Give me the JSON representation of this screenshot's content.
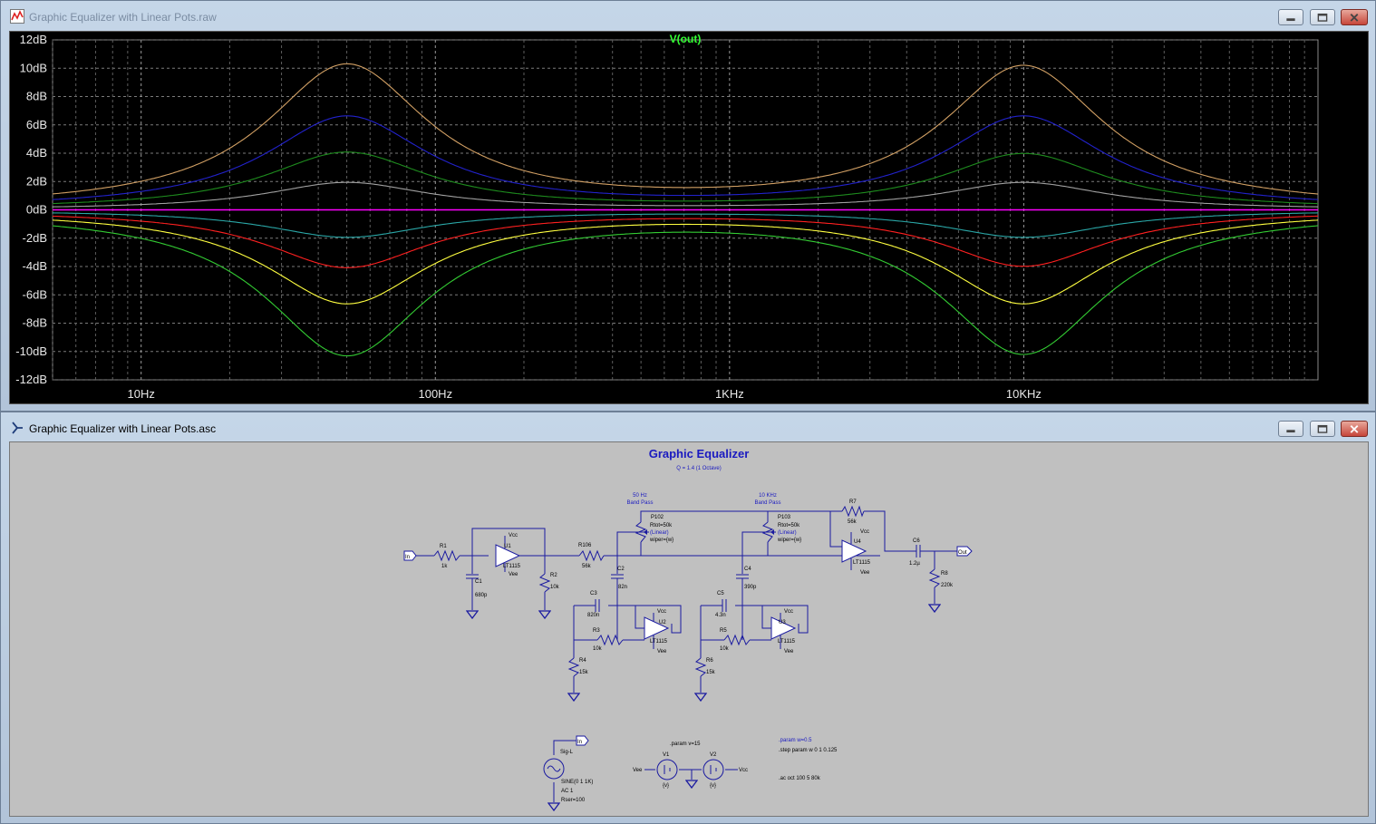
{
  "plot_window": {
    "title": "Graphic Equalizer with Linear Pots.raw",
    "trace_label": "V(out)"
  },
  "schematic_window": {
    "title": "Graphic Equalizer with Linear Pots.asc"
  },
  "chart_data": {
    "type": "line",
    "title": "V(out)",
    "xscale": "log",
    "xlim": [
      5,
      100000
    ],
    "ylim": [
      -12,
      12
    ],
    "grid": true,
    "y_ticks": [
      "12dB",
      "10dB",
      "8dB",
      "6dB",
      "4dB",
      "2dB",
      "0dB",
      "-2dB",
      "-4dB",
      "-6dB",
      "-8dB",
      "-10dB",
      "-12dB"
    ],
    "x_ticks": [
      "10Hz",
      "100Hz",
      "1KHz",
      "10KHz"
    ],
    "band_centers_hz": [
      50,
      10000
    ],
    "series": [
      {
        "color": "#d2a064",
        "gains_db": [
          10.1,
          10.0
        ]
      },
      {
        "color": "#2222cc",
        "gains_db": [
          6.5,
          6.5
        ]
      },
      {
        "color": "#1e8c1e",
        "gains_db": [
          4.0,
          3.9
        ]
      },
      {
        "color": "#a0a0a0",
        "gains_db": [
          1.9,
          1.9
        ]
      },
      {
        "color": "#ff00ff",
        "gains_db": [
          0.0,
          0.0
        ]
      },
      {
        "color": "#2aa6a6",
        "gains_db": [
          -1.9,
          -1.9
        ]
      },
      {
        "color": "#ff2020",
        "gains_db": [
          -4.0,
          -3.9
        ]
      },
      {
        "color": "#ffff40",
        "gains_db": [
          -6.5,
          -6.5
        ]
      },
      {
        "color": "#33cc33",
        "gains_db": [
          -10.1,
          -10.0
        ]
      }
    ]
  },
  "schematic": {
    "title": "Graphic Equalizer",
    "subtitle": "Q = 1.4 (1 Octave)",
    "band1": [
      "50 Hz",
      "Band Pass"
    ],
    "band2": [
      "10 KHz",
      "Band Pass"
    ],
    "ports": {
      "in": "In",
      "out": "Out"
    },
    "r1": [
      "R1",
      "1k"
    ],
    "c1": [
      "C1",
      "680p"
    ],
    "u1": [
      "U1",
      "LT1115",
      "Vcc",
      "Vee"
    ],
    "r2": [
      "R2",
      "10k"
    ],
    "r106": [
      "R106",
      "56k"
    ],
    "p102": [
      "P102",
      "Rtot=50k",
      "(Linear)",
      "wiper={w}"
    ],
    "p103": [
      "P103",
      "Rtot=50k",
      "(Linear)",
      "wiper={w}"
    ],
    "c2": [
      "C2",
      "82n"
    ],
    "c4": [
      "C4",
      "390p"
    ],
    "c3": [
      "C3",
      "820n"
    ],
    "r3": [
      "R3",
      "10k"
    ],
    "r4": [
      "R4",
      "15k"
    ],
    "u2": [
      "U2",
      "LT1115",
      "Vcc",
      "Vee"
    ],
    "c5": [
      "C5",
      "4.3n"
    ],
    "r5": [
      "R5",
      "10k"
    ],
    "r6": [
      "R6",
      "15k"
    ],
    "u3": [
      "U3",
      "LT1115",
      "Vcc",
      "Vee"
    ],
    "r7": [
      "R7",
      "56k"
    ],
    "u4": [
      "U4",
      "LT1115",
      "Vcc",
      "Vee"
    ],
    "c6": [
      "C6",
      "1.2µ"
    ],
    "r8": [
      "R8",
      "220k"
    ],
    "sig": [
      "Sig-L",
      "SINE(0 1 1K)",
      "AC 1",
      "Rser=100"
    ],
    "v1": [
      "V1",
      "{v}"
    ],
    "v2": [
      "V2",
      "{v}"
    ],
    "vee": "Vee",
    "vcc": "Vcc",
    "directives": [
      ".param v=15",
      ".param w=0.5",
      ".step param w 0 1 0.125",
      ".ac oct 100 5 80k"
    ]
  }
}
